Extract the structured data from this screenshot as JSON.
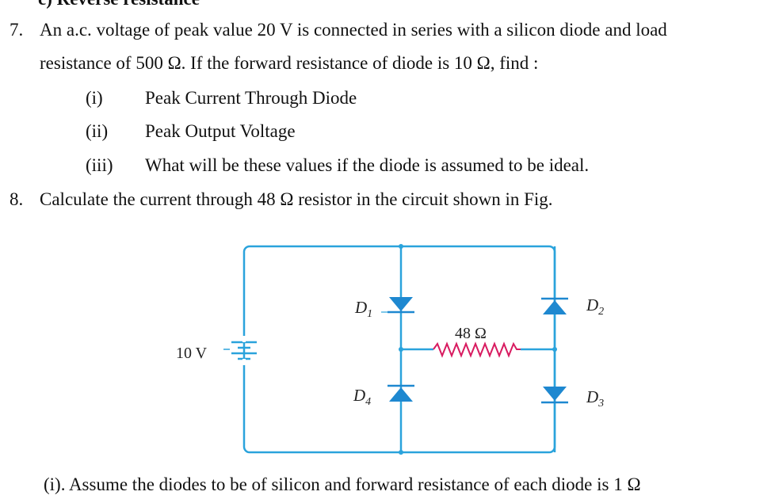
{
  "header_fragment": "c) Reverse resistance",
  "q7": {
    "number": "7.",
    "line1": "An a.c. voltage of peak value 20 V is connected in series with a silicon diode and load",
    "line2": "resistance of 500 Ω. If the forward resistance of diode is 10 Ω, find :",
    "parts": [
      {
        "label": "(i)",
        "text": "Peak Current Through Diode"
      },
      {
        "label": "(ii)",
        "text": "Peak Output Voltage"
      },
      {
        "label": "(iii)",
        "text": "What will be these values if the diode is assumed to be ideal."
      }
    ]
  },
  "q8": {
    "number": "8.",
    "text": "Calculate the current through 48 Ω resistor in the circuit shown in Fig."
  },
  "circuit": {
    "battery_label": "10 V",
    "resistor_label": "48 Ω",
    "d1": "D",
    "d1_sub": "1",
    "d2": "D",
    "d2_sub": "2",
    "d3": "D",
    "d3_sub": "3",
    "d4": "D",
    "d4_sub": "4",
    "wire_color": "#2aa3dc",
    "resistor_color": "#d81b60"
  },
  "footer": "(i). Assume the diodes to be of silicon and forward resistance of each diode is 1 Ω"
}
